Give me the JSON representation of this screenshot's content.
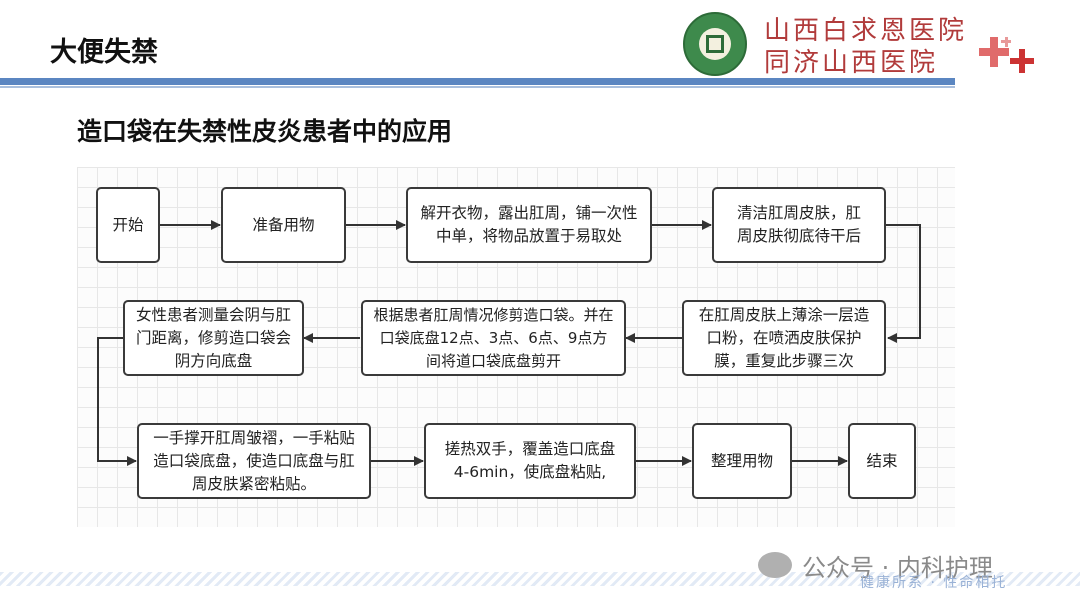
{
  "header": {
    "title": "大便失禁",
    "hospital_line1": "山西白求恩医院",
    "hospital_line2": "同济山西医院"
  },
  "subtitle": "造口袋在失禁性皮炎患者中的应用",
  "flow": {
    "nodes": [
      {
        "id": "n1",
        "label": "开始"
      },
      {
        "id": "n2",
        "label": "准备用物"
      },
      {
        "id": "n3",
        "label": "解开衣物，露出肛周，铺一次性中单，将物品放置于易取处"
      },
      {
        "id": "n4",
        "label": "清洁肛周皮肤，肛周皮肤彻底待干后"
      },
      {
        "id": "n5",
        "label": "在肛周皮肤上薄涂一层造口粉，在喷洒皮肤保护膜，重复此步骤三次"
      },
      {
        "id": "n6",
        "label": "根据患者肛周情况修剪造口袋。并在口袋底盘12点、3点、6点、9点方间将道口袋底盘剪开"
      },
      {
        "id": "n7",
        "label": "女性患者测量会阴与肛门距离，修剪造口袋会阴方向底盘"
      },
      {
        "id": "n8",
        "label": "一手撑开肛周皱褶，一手粘贴造口袋底盘，使造口底盘与肛周皮肤紧密粘贴。"
      },
      {
        "id": "n9",
        "label": "搓热双手，覆盖造口底盘4-6min，使底盘粘贴,"
      },
      {
        "id": "n10",
        "label": "整理用物"
      },
      {
        "id": "n11",
        "label": "结束"
      }
    ]
  },
  "watermark": {
    "text": "公众号 · 内科护理",
    "slogan": "健康所系 · 性命相托"
  },
  "colors": {
    "header_bar": "#5b86c1",
    "hospital_red": "#b13b3b",
    "logo_green": "#3e8a4c"
  }
}
